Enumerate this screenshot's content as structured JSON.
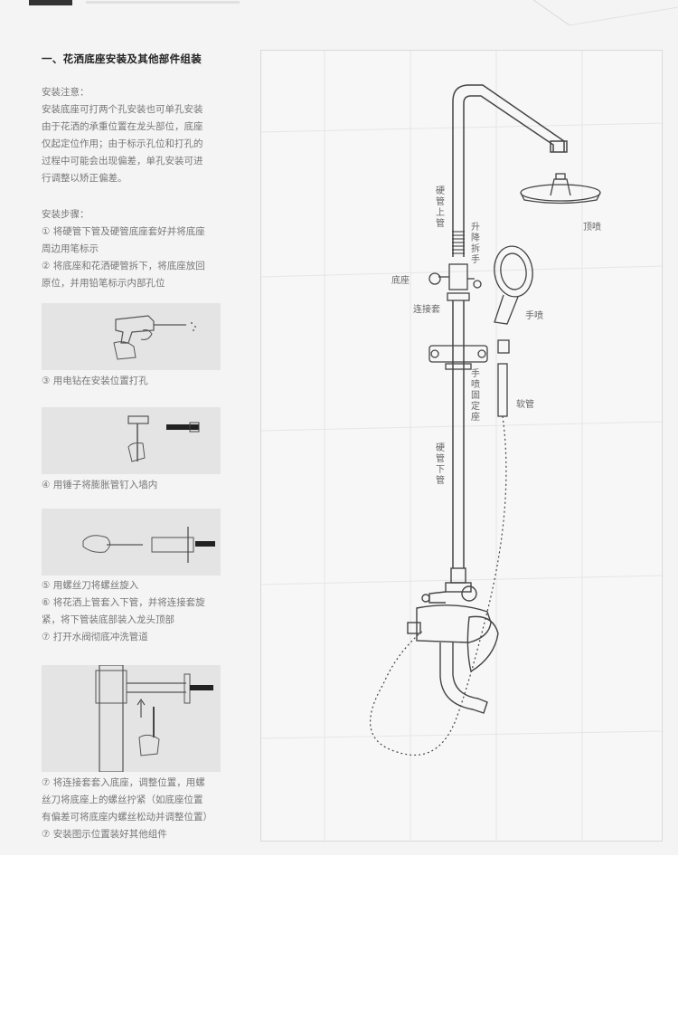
{
  "section_title": "一、花洒底座安装及其他部件组装",
  "notes": {
    "heading": "安装注意：",
    "lines": [
      "安装底座可打两个孔安装也可单孔安装",
      "由于花洒的承重位置在龙头部位，底座",
      "仅起定位作用；由于标示孔位和打孔的",
      "过程中可能会出现偏差，单孔安装可进",
      "行调整以矫正偏差。"
    ]
  },
  "steps": {
    "heading": "安装步骤：",
    "intro": [
      "① 将硬管下管及硬管底座套好并将底座",
      "周边用笔标示",
      "② 将底座和花洒硬管拆下，将底座放回",
      "原位，并用铅笔标示内部孔位"
    ],
    "caption_drill": "③ 用电钻在安装位置打孔",
    "caption_hammer": "④ 用锤子将膨胀管钉入墙内",
    "caption_screw": [
      "⑤ 用螺丝刀将螺丝旋入",
      "⑥ 将花洒上管套入下管，并将连接套旋",
      "紧，将下管装底部装入龙头顶部",
      "⑦ 打开水阀彻底冲洗管道"
    ],
    "caption_final": [
      "⑦ 将连接套套入底座，调整位置，用螺",
      "丝刀将底座上的螺丝拧紧（如底座位置",
      "有偏差可将底座内螺丝松动并调整位置）",
      "⑦ 安装图示位置装好其他组件"
    ]
  },
  "diagram_labels": {
    "upper_pipe": "硬管上管",
    "lift_handle": "升降拆手",
    "top_spray": "顶喷",
    "base": "底座",
    "connector": "连接套",
    "hand_shower": "手喷",
    "hand_holder": "手喷固定座",
    "hose": "软管",
    "lower_pipe": "硬管下管"
  }
}
